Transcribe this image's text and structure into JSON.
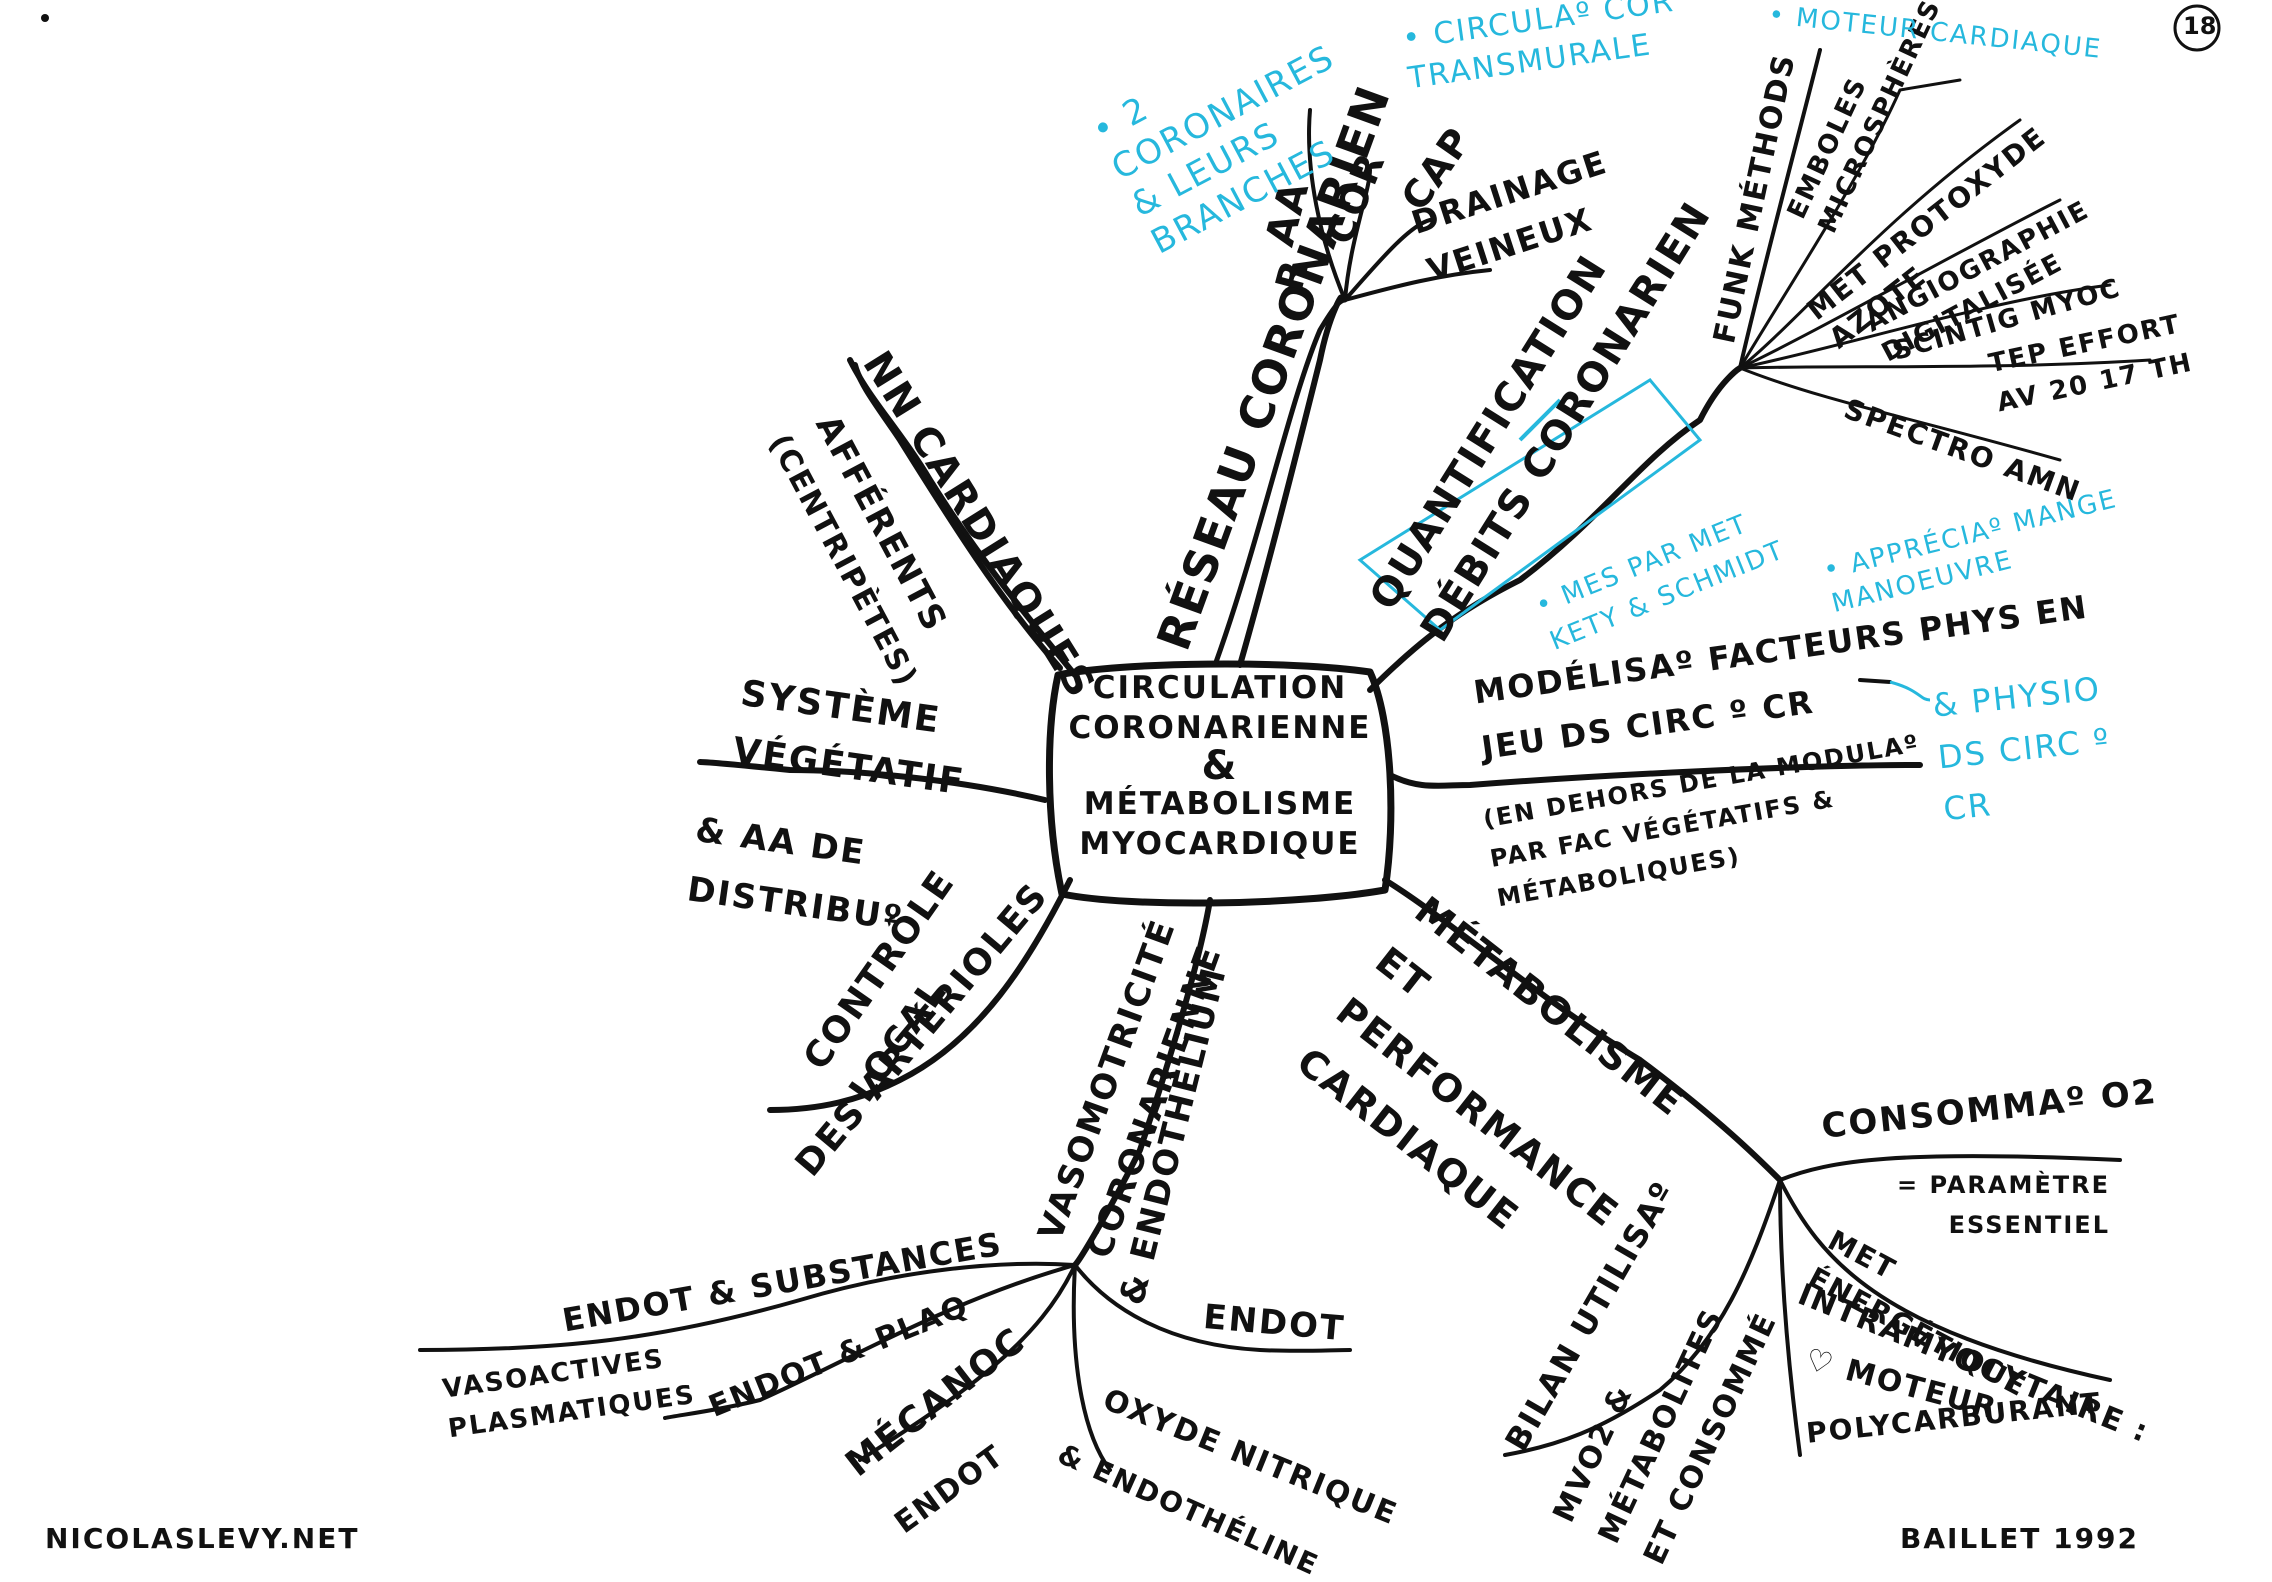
{
  "center": {
    "line1": "CIRCULATION",
    "line2": "CORONARIENNE",
    "line3": "&",
    "line4": "MÉTABOLISME",
    "line5": "MYOCARDIQUE"
  },
  "page_number": "18",
  "credits": {
    "left": "NICOLASLEVY.NET",
    "right": "BAILLET 1992"
  },
  "reseau": {
    "title": "RÉSEAU CORONARIEN",
    "aa": "AA",
    "r": "R",
    "cor": "COR",
    "cap": "CAP",
    "drainage": "DRAINAGE VEINEUX",
    "note1": "• 2 CORONAIRES & LEURS BRANCHES",
    "note2": "• CIRCULAº COR TRANSMURALE"
  },
  "quantification": {
    "title": "QUANTIFICATION DÉBITS CORONARIEN",
    "funk": "FUNK MÉTHODS",
    "emboles": "EMBOLES MICROSPHÈRES",
    "met_protoxyde": "MET PROTOXYDE AZOTE",
    "angiographie": "ANGIOGRAPHIE DIGITALISÉE",
    "scintig": "SCINTIG MYOC",
    "tep": "TEP EFFORT AV 20 17 TH",
    "spectro": "SPECTRO AMN",
    "note_moteur": "• MOTEUR CARDIAQUE",
    "note_mes": "• MES PAR MET KETY & SCHMIDT",
    "note_appreciation": "• APPRÉCIAº MANGE MANOEUVRE"
  },
  "modelisation": {
    "title": "MODÉLISAº FACTEURS PHYS EN JEU DS CIRC º CR",
    "sub": "(EN DEHORS DE LA MODULAº PAR FAC VÉGÉTATIFS & MÉTABOLIQUES)",
    "note": "& PHYSIO DS CIRC º CR"
  },
  "metabolisme": {
    "title": "MÉTABOLISME ET PERFORMANCE CARDIAQUE",
    "consomma": "CONSOMMAº O2",
    "parametre": "= PARAMÈTRE ESSENTIEL",
    "met_energetique": "MET ÉNERGÉTIQUE",
    "intramyo": "INTRAMYOCYTAIRE :",
    "moteur": "♡ MOTEUR",
    "polycarburant": "POLYCARBURANT",
    "bilan": "BILAN UTILISAº",
    "mvo2": "MVO2 & MÉTABOLITES ET CONSOMMÉ"
  },
  "vasomotricite": {
    "title": "VASOMOTRICITÉ CORONARIENNE",
    "endothelium": "& ENDOTHÉLIUM",
    "endot_subst": "ENDOT & SUBSTANCES",
    "vasoactives": "VASOACTIVES PLASMATIQUES",
    "endot_plaq": "ENDOT & PLAQ",
    "mecanoc": "MÉCANOC",
    "endot_small": "ENDOT",
    "endot": "ENDOT",
    "oxyde": "OXYDE NITRIQUE",
    "endotheline": "& ENDOTHÉLINE"
  },
  "controle": {
    "title": "CONTRÔLE LOCAL",
    "arterioles": "DES ARTÉRIOLES"
  },
  "systeme": {
    "title": "SYSTÈME VÉGÉTATIF",
    "distrib": "& AA DE DISTRIBUº"
  },
  "nn": {
    "title": "NN CARDIAQUES",
    "afferents": "AFFÉRENTS",
    "centripetes": "(CENTRIPÈTES)"
  }
}
